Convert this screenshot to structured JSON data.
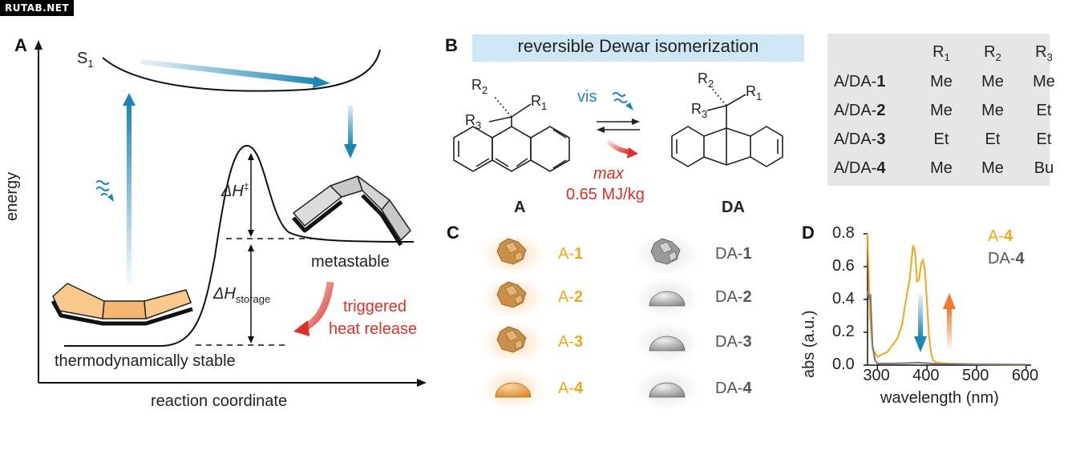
{
  "watermark": "RUTAB.NET",
  "panel_a": {
    "label": "A",
    "y_axis": "energy",
    "x_axis": "reaction coordinate",
    "s1": "S",
    "s1_sub": "1",
    "dh_barrier": "ΔH",
    "dh_barrier_sup": "‡",
    "dh_storage": "ΔH",
    "dh_storage_sub": "storage",
    "metastable": "metastable",
    "stable": "thermodynamically stable",
    "heat_line1": "triggered",
    "heat_line2": "heat release"
  },
  "panel_b": {
    "label": "B",
    "banner": "reversible Dewar isomerization",
    "vis": "vis",
    "max": "max",
    "energy_density": "0.65 MJ/kg",
    "r1": "R",
    "r2": "R",
    "r3": "R",
    "r1_sub": "1",
    "r2_sub": "2",
    "r3_sub": "3",
    "table": {
      "headers": [
        "R",
        "R",
        "R"
      ],
      "header_subs": [
        "1",
        "2",
        "3"
      ],
      "rows": [
        {
          "prefix": "A/DA-",
          "num": "1",
          "cells": [
            "Me",
            "Me",
            "Me"
          ]
        },
        {
          "prefix": "A/DA-",
          "num": "2",
          "cells": [
            "Me",
            "Me",
            "Et"
          ]
        },
        {
          "prefix": "A/DA-",
          "num": "3",
          "cells": [
            "Et",
            "Et",
            "Et"
          ]
        },
        {
          "prefix": "A/DA-",
          "num": "4",
          "cells": [
            "Me",
            "Me",
            "Bu"
          ]
        }
      ]
    }
  },
  "panel_c": {
    "label": "C",
    "col_a": "A",
    "col_da": "DA",
    "a_items": [
      {
        "prefix": "A-",
        "num": "1"
      },
      {
        "prefix": "A-",
        "num": "2"
      },
      {
        "prefix": "A-",
        "num": "3"
      },
      {
        "prefix": "A-",
        "num": "4"
      }
    ],
    "da_items": [
      {
        "prefix": "DA-",
        "num": "1"
      },
      {
        "prefix": "DA-",
        "num": "2"
      },
      {
        "prefix": "DA-",
        "num": "3"
      },
      {
        "prefix": "DA-",
        "num": "4"
      }
    ]
  },
  "panel_d": {
    "label": "D",
    "legend": [
      {
        "prefix": "A-",
        "num": "4",
        "color": "#f2a71b"
      },
      {
        "prefix": "DA-",
        "num": "4",
        "color": "#555555"
      }
    ],
    "xlabel": "wavelength (nm)",
    "ylabel": "abs (a.u.)",
    "x_ticks": [
      "300",
      "400",
      "500",
      "600"
    ],
    "y_ticks": [
      "0.0",
      "0.2",
      "0.4",
      "0.6",
      "0.8"
    ]
  },
  "colors": {
    "accent_blue": "#1e86b6",
    "accent_red": "#d9302a",
    "accent_orange": "#f2a71b",
    "molecule_fill": "#f8c98a"
  },
  "chart_data": {
    "type": "line",
    "xlabel": "wavelength (nm)",
    "ylabel": "abs (a.u.)",
    "xlim": [
      280,
      610
    ],
    "ylim": [
      0,
      0.8
    ],
    "series": [
      {
        "name": "A-4",
        "x": [
          280,
          285,
          290,
          300,
          320,
          340,
          350,
          355,
          360,
          365,
          368,
          372,
          376,
          380,
          384,
          388,
          392,
          396,
          400,
          404,
          408,
          412,
          420,
          440,
          500,
          600
        ],
        "y": [
          0.8,
          0.3,
          0.1,
          0.05,
          0.08,
          0.16,
          0.25,
          0.35,
          0.44,
          0.52,
          0.62,
          0.73,
          0.69,
          0.51,
          0.52,
          0.62,
          0.64,
          0.57,
          0.38,
          0.18,
          0.08,
          0.03,
          0.015,
          0.01,
          0.005,
          0.003
        ]
      },
      {
        "name": "DA-4",
        "x": [
          280,
          283,
          286,
          290,
          295,
          300,
          320,
          360,
          380,
          400,
          420,
          500,
          600
        ],
        "y": [
          0.45,
          0.4,
          0.43,
          0.12,
          0.03,
          0.01,
          0.01,
          0.012,
          0.015,
          0.012,
          0.008,
          0.005,
          0.003
        ]
      }
    ]
  }
}
